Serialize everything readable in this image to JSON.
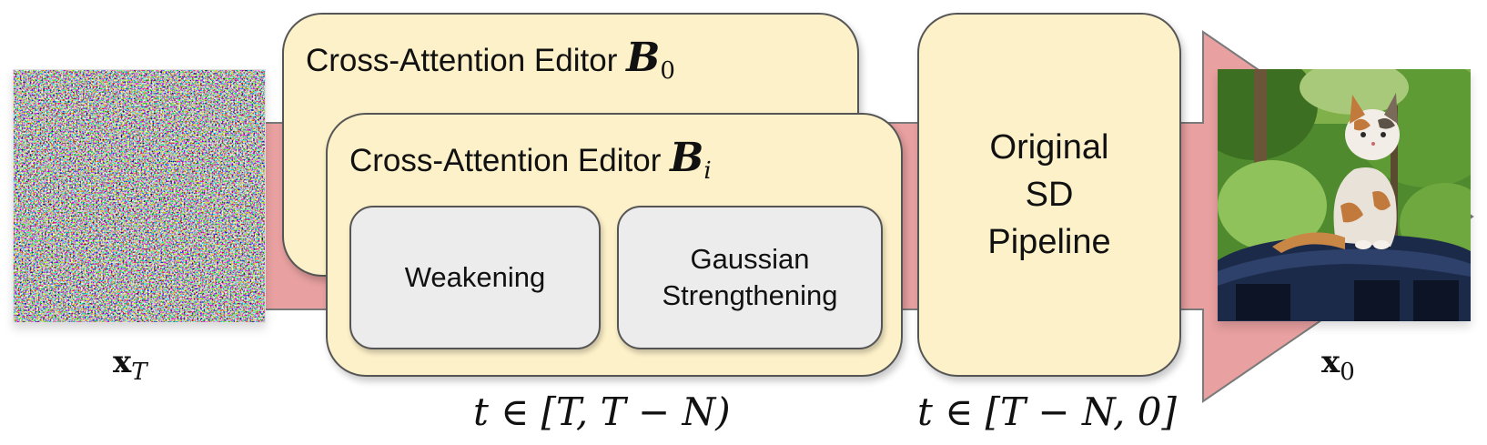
{
  "input": {
    "var": "x",
    "sub": "T"
  },
  "output": {
    "var": "x",
    "sub": "0"
  },
  "editor_outer": {
    "title": "Cross-Attention Editor",
    "symbol": "B",
    "sub": "0"
  },
  "editor_inner": {
    "title": "Cross-Attention Editor",
    "symbol": "B",
    "sub": "i"
  },
  "modules": {
    "weakening": "Weakening",
    "gaussian": "Gaussian\nStrengthening"
  },
  "sd_pipeline": {
    "label": "Original\nSD\nPipeline"
  },
  "ranges": {
    "editor_range": "t ∈ [T, T − N)",
    "sd_range": "t ∈ [T − N, 0]"
  },
  "colors": {
    "arrow": "#e8a0a0",
    "box_fill": "#fdf1c9",
    "module_fill": "#ececec",
    "border": "#555555"
  }
}
